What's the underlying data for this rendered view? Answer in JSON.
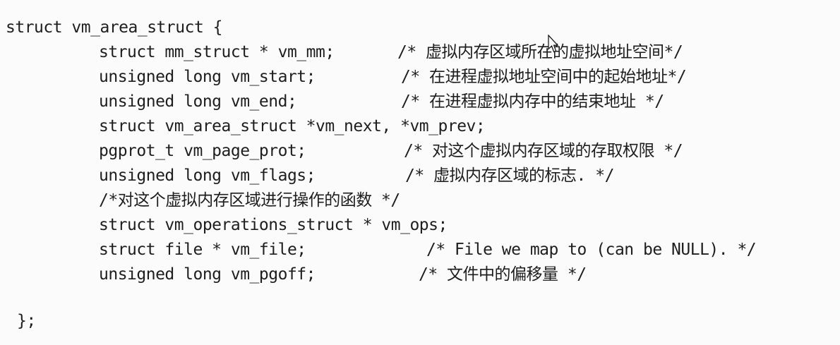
{
  "page": {
    "background_color": "#fbfbfb",
    "text_color": "#1e1e1e"
  },
  "code": {
    "language": "c",
    "lines": [
      {
        "code": "struct vm_area_struct {",
        "comment": null
      },
      {
        "code": "struct mm_struct * vm_mm;",
        "comment": "/* 虚拟内存区域所在的虚拟地址空间*/"
      },
      {
        "code": "unsigned long vm_start;",
        "comment": "/* 在进程虚拟地址空间中的起始地址*/"
      },
      {
        "code": "unsigned long vm_end;",
        "comment": "/* 在进程虚拟内存中的结束地址 */"
      },
      {
        "code": "struct vm_area_struct *vm_next, *vm_prev;",
        "comment": null
      },
      {
        "code": "pgprot_t vm_page_prot;",
        "comment": "/* 对这个虚拟内存区域的存取权限 */"
      },
      {
        "code": "unsigned long vm_flags;",
        "comment": "/* 虚拟内存区域的标志. */"
      },
      {
        "code": "/*对这个虚拟内存区域进行操作的函数 */",
        "comment": null
      },
      {
        "code": "struct vm_operations_struct * vm_ops;",
        "comment": null
      },
      {
        "code": "struct file * vm_file;",
        "comment": "/* File we map to (can be NULL). */"
      },
      {
        "code": "unsigned long vm_pgoff;",
        "comment": "/* 文件中的偏移量 */"
      },
      {
        "code": "};",
        "comment": null
      }
    ]
  },
  "cursor": {
    "icon": "arrow-pointer",
    "fill": "#ffffff",
    "outline": "#1a1a1a"
  }
}
